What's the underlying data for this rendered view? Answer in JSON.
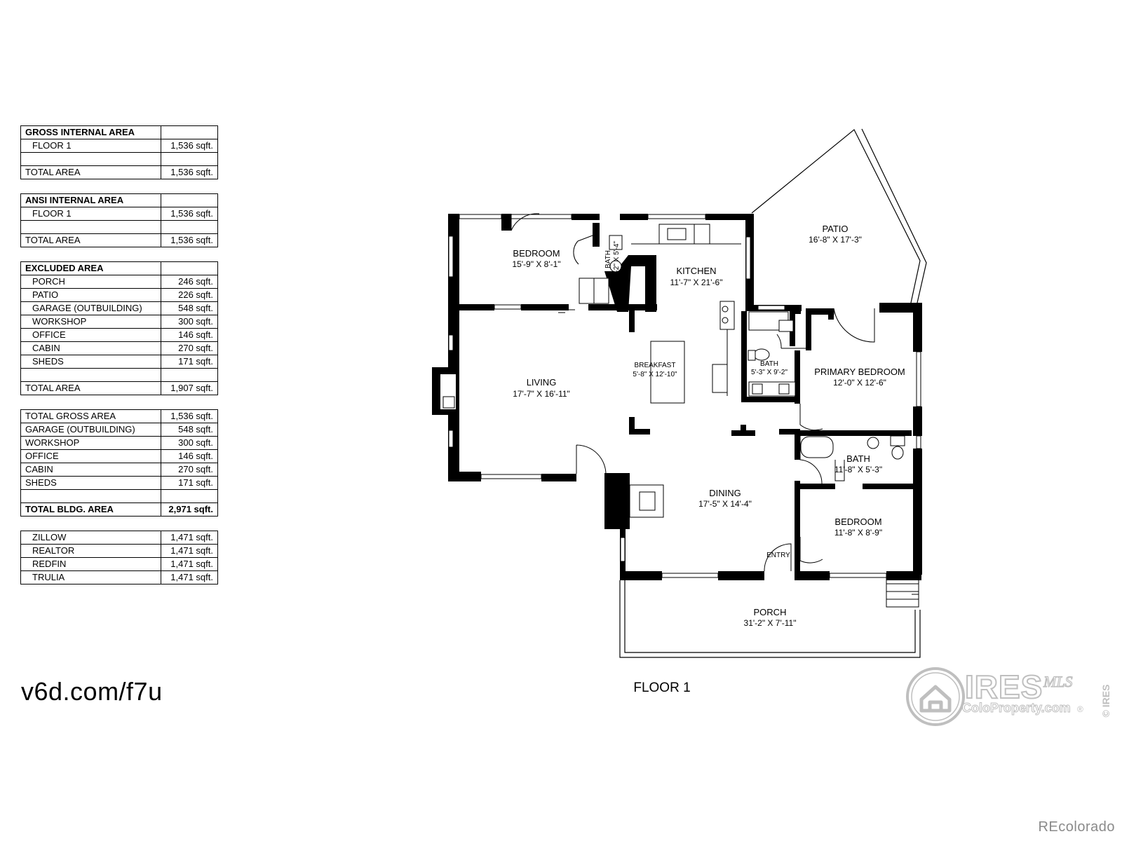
{
  "area_table": {
    "groups": [
      {
        "rows": [
          {
            "label": "GROSS INTERNAL AREA",
            "value": ""
          },
          {
            "label": "FLOOR 1",
            "value": "1,536 sqft."
          },
          {
            "label": "",
            "value": ""
          },
          {
            "label": "TOTAL AREA",
            "value": "1,536 sqft."
          }
        ]
      },
      {
        "rows": [
          {
            "label": "ANSI INTERNAL AREA",
            "value": ""
          },
          {
            "label": "FLOOR 1",
            "value": "1,536 sqft."
          },
          {
            "label": "",
            "value": ""
          },
          {
            "label": "TOTAL AREA",
            "value": "1,536 sqft."
          }
        ]
      },
      {
        "rows": [
          {
            "label": "EXCLUDED AREA",
            "value": ""
          },
          {
            "label": "PORCH",
            "value": "246 sqft."
          },
          {
            "label": "PATIO",
            "value": "226 sqft."
          },
          {
            "label": "GARAGE (OUTBUILDING)",
            "value": "548 sqft."
          },
          {
            "label": "WORKSHOP",
            "value": "300 sqft."
          },
          {
            "label": "OFFICE",
            "value": "146 sqft."
          },
          {
            "label": "CABIN",
            "value": "270 sqft."
          },
          {
            "label": "SHEDS",
            "value": "171 sqft."
          },
          {
            "label": "",
            "value": ""
          },
          {
            "label": "TOTAL AREA",
            "value": "1,907 sqft."
          }
        ]
      },
      {
        "rows": [
          {
            "label": "TOTAL GROSS AREA",
            "value": "1,536 sqft."
          },
          {
            "label": "GARAGE (OUTBUILDING)",
            "value": "548 sqft."
          },
          {
            "label": "WORKSHOP",
            "value": "300 sqft."
          },
          {
            "label": "OFFICE",
            "value": "146 sqft."
          },
          {
            "label": "CABIN",
            "value": "270 sqft."
          },
          {
            "label": "SHEDS",
            "value": "171 sqft."
          },
          {
            "label": "",
            "value": ""
          },
          {
            "label": "TOTAL BLDG. AREA",
            "value": "2,971 sqft."
          }
        ]
      },
      {
        "rows": [
          {
            "label": "ZILLOW",
            "value": "1,471 sqft."
          },
          {
            "label": "REALTOR",
            "value": "1,471 sqft."
          },
          {
            "label": "REDFIN",
            "value": "1,471 sqft."
          },
          {
            "label": "TRULIA",
            "value": "1,471 sqft."
          }
        ]
      }
    ]
  },
  "short_url": "v6d.com/f7u",
  "floor_label": "FLOOR 1",
  "rooms": {
    "bedroom_nw": {
      "name": "BEDROOM",
      "dim": "15'-9\" X 8'-1\""
    },
    "bath_small": {
      "name": "BATH",
      "dim": "3'-2\" X 5'-4\""
    },
    "kitchen": {
      "name": "KITCHEN",
      "dim": "11'-7\" X 21'-6\""
    },
    "patio": {
      "name": "PATIO",
      "dim": "16'-8\" X 17'-3\""
    },
    "breakfast": {
      "name": "BREAKFAST",
      "dim": "5'-8\" X 12'-10\""
    },
    "living": {
      "name": "LIVING",
      "dim": "17'-7\" X 16'-11\""
    },
    "bath_primary": {
      "name": "BATH",
      "dim": "5'-3\" X 9'-2\""
    },
    "primary_bedroom": {
      "name": "PRIMARY BEDROOM",
      "dim": "12'-0\" X 12'-6\""
    },
    "bath_hall": {
      "name": "BATH",
      "dim": "11'-8\" X 5'-3\""
    },
    "dining": {
      "name": "DINING",
      "dim": "17'-5\" X 14'-4\""
    },
    "bedroom_se": {
      "name": "BEDROOM",
      "dim": "11'-8\" X 8'-9\""
    },
    "entry": {
      "name": "ENTRY"
    },
    "porch": {
      "name": "PORCH",
      "dim": "31'-2\" X 7'-11\""
    }
  },
  "logo": {
    "brand": "IRES",
    "mls": "MLS",
    "site": "ColoProperty.com",
    "side": "© IRES",
    "registered": "®"
  },
  "watermark": "REcolorado"
}
